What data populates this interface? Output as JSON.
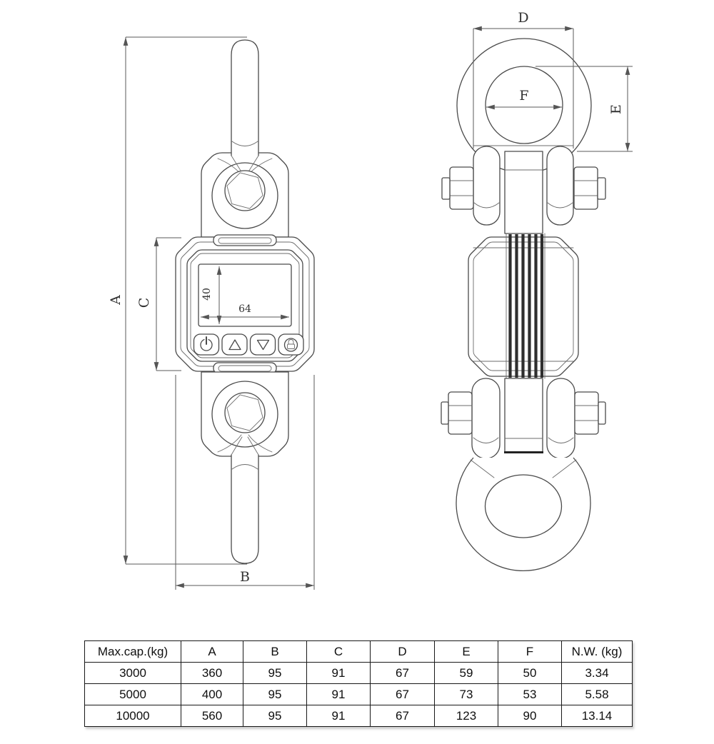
{
  "drawing": {
    "front_view": {
      "labels": {
        "a": "A",
        "b": "B",
        "c": "C"
      },
      "display": {
        "height_label": "40",
        "width_label": "64"
      },
      "button_icons": [
        "power",
        "arrow-up",
        "arrow-down",
        "lock"
      ]
    },
    "side_view": {
      "labels": {
        "d": "D",
        "e": "E",
        "f": "F"
      }
    }
  },
  "spec_table": {
    "headers": [
      "Max.cap.(kg)",
      "A",
      "B",
      "C",
      "D",
      "E",
      "F",
      "N.W. (kg)"
    ],
    "rows": [
      [
        "3000",
        "360",
        "95",
        "91",
        "67",
        "59",
        "50",
        "3.34"
      ],
      [
        "5000",
        "400",
        "95",
        "91",
        "67",
        "73",
        "53",
        "5.58"
      ],
      [
        "10000",
        "560",
        "95",
        "91",
        "67",
        "123",
        "90",
        "13.14"
      ]
    ]
  },
  "colors": {
    "line": "#4a4a4a",
    "dim": "#5a5a5a",
    "stripe": "#2e2e2e",
    "table_border": "#181818"
  }
}
